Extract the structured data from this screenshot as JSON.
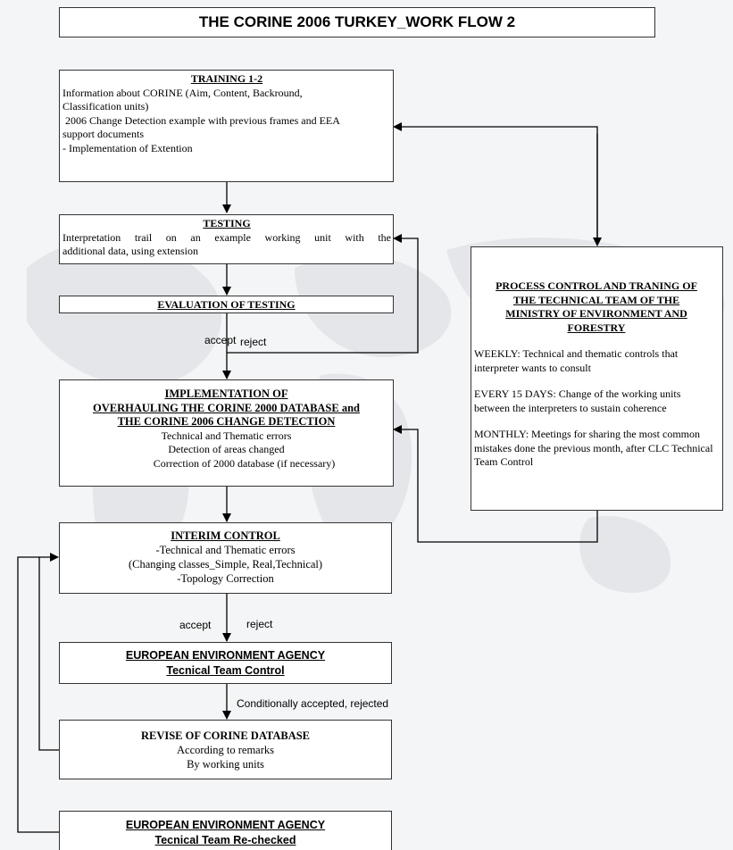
{
  "title": "THE CORINE 2006 TURKEY_WORK FLOW 2",
  "training": {
    "heading": "TRAINING 1-2",
    "lines": [
      "Information about CORINE (Aim, Content, Backround,",
      "Classification units)",
      " 2006 Change Detection example with previous frames and EEA",
      "support documents",
      "- Implementation of Extention"
    ]
  },
  "testing": {
    "heading": "TESTING",
    "lines": [
      "Interpretation trail on an example working unit with the",
      "additional data, using extension"
    ]
  },
  "evaluation": {
    "heading": "EVALUATION OF TESTING"
  },
  "labels": {
    "accept_1": "accept",
    "reject_1": "reject",
    "accept_2": "accept",
    "reject_2": "reject",
    "conditional": "Conditionally accepted, rejected"
  },
  "implementation": {
    "heading_lines": [
      "IMPLEMENTATION OF",
      "OVERHAULING THE CORINE 2000 DATABASE and",
      "THE CORINE 2006 CHANGE DETECTION"
    ],
    "lines": [
      "Technical and Thematic errors",
      "Detection of areas changed",
      "Correction of 2000 database (if necessary)"
    ]
  },
  "process_control": {
    "heading_lines": [
      "PROCESS CONTROL AND TRANING OF",
      "THE TECHNICAL TEAM OF THE",
      "MINISTRY OF ENVIRONMENT AND",
      "FORESTRY"
    ],
    "weekly": "WEEKLY: Technical and thematic controls that interpreter wants to consult",
    "every15": "EVERY 15 DAYS: Change of the working units between the interpreters to sustain coherence",
    "monthly": "MONTHLY: Meetings for sharing the most common mistakes done the previous month, after CLC Technical Team Control"
  },
  "interim": {
    "heading": "INTERIM CONTROL",
    "lines": [
      "-Technical and Thematic errors",
      "(Changing classes_Simple, Real,Technical)",
      "-Topology Correction"
    ]
  },
  "eea_control": {
    "heading": "EUROPEAN ENVIRONMENT AGENCY",
    "sub": "Tecnical Team Control"
  },
  "revise": {
    "heading": "REVISE OF CORINE DATABASE",
    "lines": [
      "According to remarks",
      "By working units"
    ]
  },
  "eea_recheck": {
    "heading": "EUROPEAN ENVIRONMENT AGENCY",
    "sub": "Tecnical Team Re-checked"
  },
  "colors": {
    "background": "#f4f5f6",
    "map": "#e3e5e8",
    "box_border": "#333333",
    "arrow": "#000000"
  }
}
